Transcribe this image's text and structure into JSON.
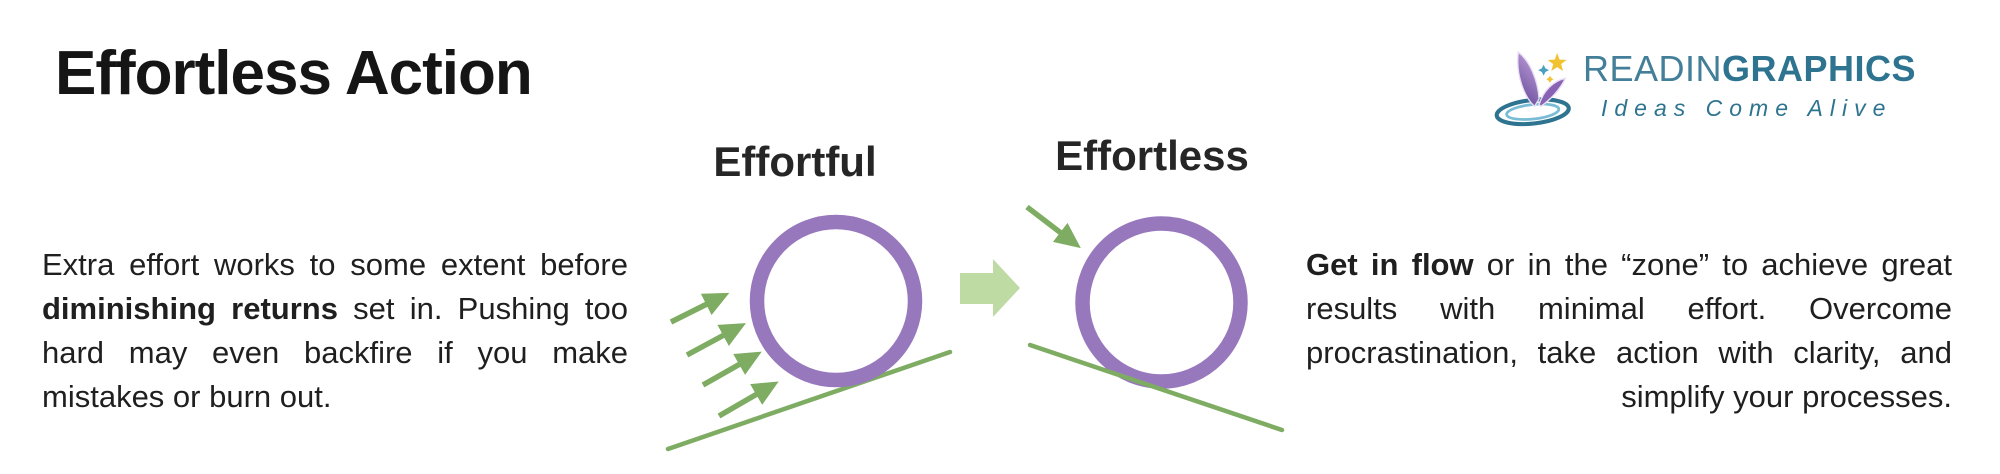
{
  "title": "Effortless Action",
  "logo": {
    "brand_light": "READIN",
    "brand_bold": "GRAPHICS",
    "tagline": "Ideas Come Alive"
  },
  "left_paragraph": {
    "pre": "Extra effort works to some extent before ",
    "bold": "diminishing returns",
    "post": " set in. Pushing too hard may even backfire if you make mistakes or burn out."
  },
  "diagrams": {
    "left_label": "Effortful",
    "right_label": "Effortless"
  },
  "right_paragraph": {
    "bold": "Get in flow",
    "post": " or in the “zone” to achieve great results with minimal effort. Overcome procrastination, take action with clarity, and simplify your processes."
  },
  "colors": {
    "circle-purple": "#9878bd",
    "green": "#7dac62",
    "light-green": "#bedba4",
    "teal": "#2e7490",
    "teal-light": "#437f98",
    "star-yellow": "#f1c232",
    "text": "#1f1f1f"
  }
}
